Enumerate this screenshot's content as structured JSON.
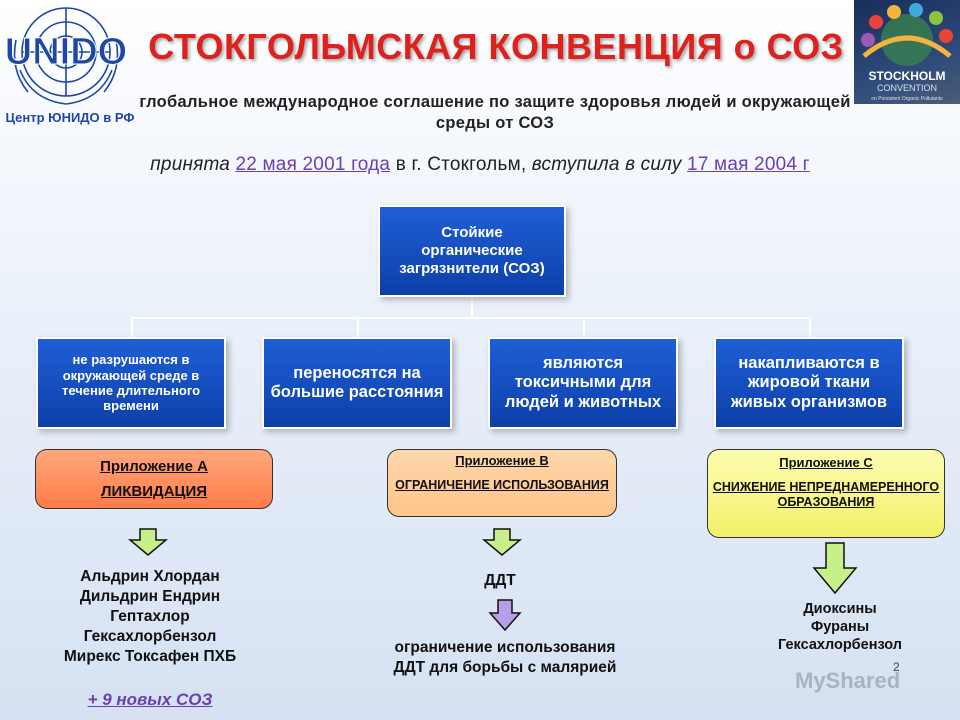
{
  "header": {
    "unido_caption": "Центр ЮНИДО в РФ",
    "title": "СТОКГОЛЬМСКАЯ КОНВЕНЦИЯ о СОЗ",
    "subtitle": "глобальное международное соглашение по защите здоровья людей и окружающей среды от СОЗ",
    "adopted": {
      "prefix": "принята",
      "date1": "22 мая 2001 года",
      "middle": "в г. Стокгольм,",
      "effective": "вступила в силу",
      "date2": "17 мая 2004 г"
    }
  },
  "logos": {
    "left_text": "UNIDO",
    "right_text_1": "STOCKHOLM",
    "right_text_2": "CONVENTION",
    "right_text_3": "on Persistent Organic Pollutants"
  },
  "hierarchy": {
    "root": "Стойкие органические загрязнители (СОЗ)",
    "children": [
      "не разрушаются в окружающей среде в течение длительного времени",
      "переносятся на большие расстояния",
      "являются токсичными для людей и животных",
      "накапливаются в жировой ткани живых организмов"
    ]
  },
  "annexes": {
    "a": {
      "header": "Приложение А",
      "sub": "ЛИКВИДАЦИЯ"
    },
    "b": {
      "header": "Приложение В",
      "sub": "ОГРАНИЧЕНИЕ ИСПОЛЬЗОВАНИЯ"
    },
    "c": {
      "header": "Приложение С",
      "sub": "СНИЖЕНИЕ НЕПРЕДНАМЕРЕННОГО ОБРАЗОВАНИЯ"
    }
  },
  "lists": {
    "a": [
      "Альдрин Хлордан",
      "Дильдрин Ендрин",
      "Гептахлор",
      "Гексахлорбензол",
      "Мирекс Токсафен ПХБ"
    ],
    "a_extra": "+ 9 новых СОЗ",
    "b": "ДДТ",
    "b2": "ограничение использования ДДТ для борьбы с малярией",
    "c": [
      "Диоксины",
      "Фураны",
      "Гексахлорбензол"
    ]
  },
  "footer": {
    "page_number": "2",
    "watermark": "MyShared"
  },
  "colors": {
    "title": "#e0201c",
    "box_blue": "#0d3fa9",
    "annex_a": "#ff7c48",
    "annex_b": "#ffc488",
    "annex_c": "#f4f06a",
    "link_purple": "#6a3fb5",
    "arrow_green": "#c8f08a",
    "arrow_purple": "#b79ee8"
  }
}
